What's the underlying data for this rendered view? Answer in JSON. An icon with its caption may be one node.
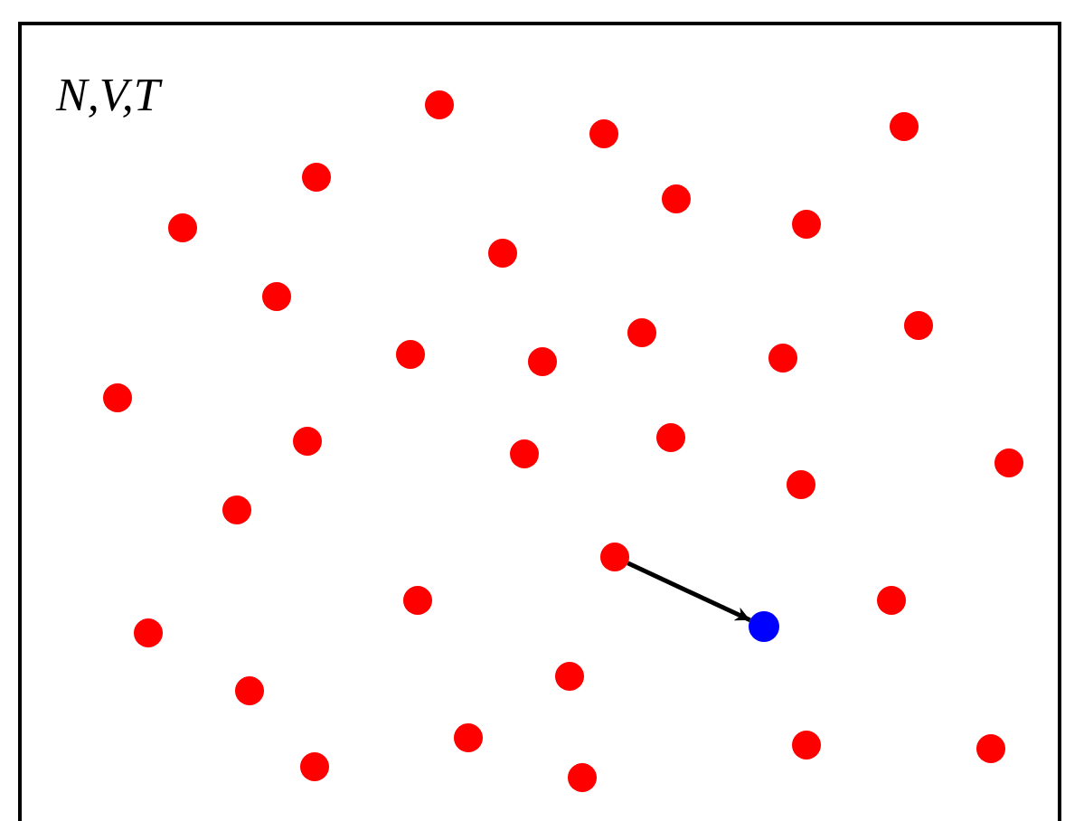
{
  "diagram": {
    "nodes": [
      {
        "text": [
          "N,V,T"
        ]
      },
      {
        "text": [],
        "shape": "circle",
        "in": 0
      },
      {
        "text": [],
        "shape": "circle",
        "in": 0
      }
    ],
    "edges": [
      {
        "from": 1,
        "to": 2,
        "arrow": "to"
      }
    ]
  }
}
